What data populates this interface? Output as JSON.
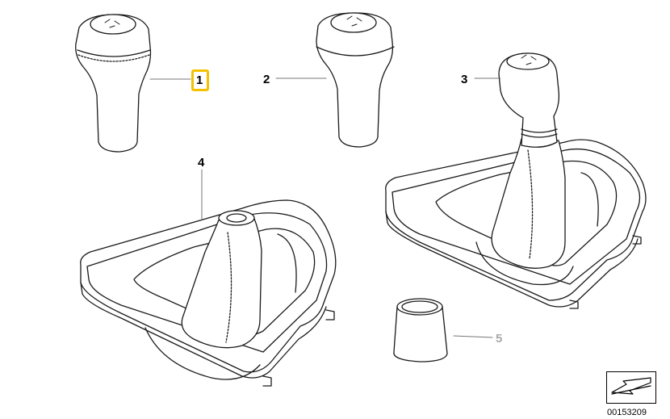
{
  "diagram": {
    "callouts": [
      {
        "id": "1",
        "label": "1",
        "highlighted": true
      },
      {
        "id": "2",
        "label": "2",
        "highlighted": false
      },
      {
        "id": "3",
        "label": "3",
        "highlighted": false
      },
      {
        "id": "4",
        "label": "4",
        "highlighted": false
      },
      {
        "id": "5",
        "label": "5",
        "highlighted": false
      }
    ],
    "diagram_number": "00153209",
    "colors": {
      "line": "#1a1a1a",
      "leader": "#777777",
      "highlight": "#f2c200",
      "dim_label": "#aaaaaa"
    },
    "icons": [
      "arrow-down-left-icon"
    ]
  }
}
